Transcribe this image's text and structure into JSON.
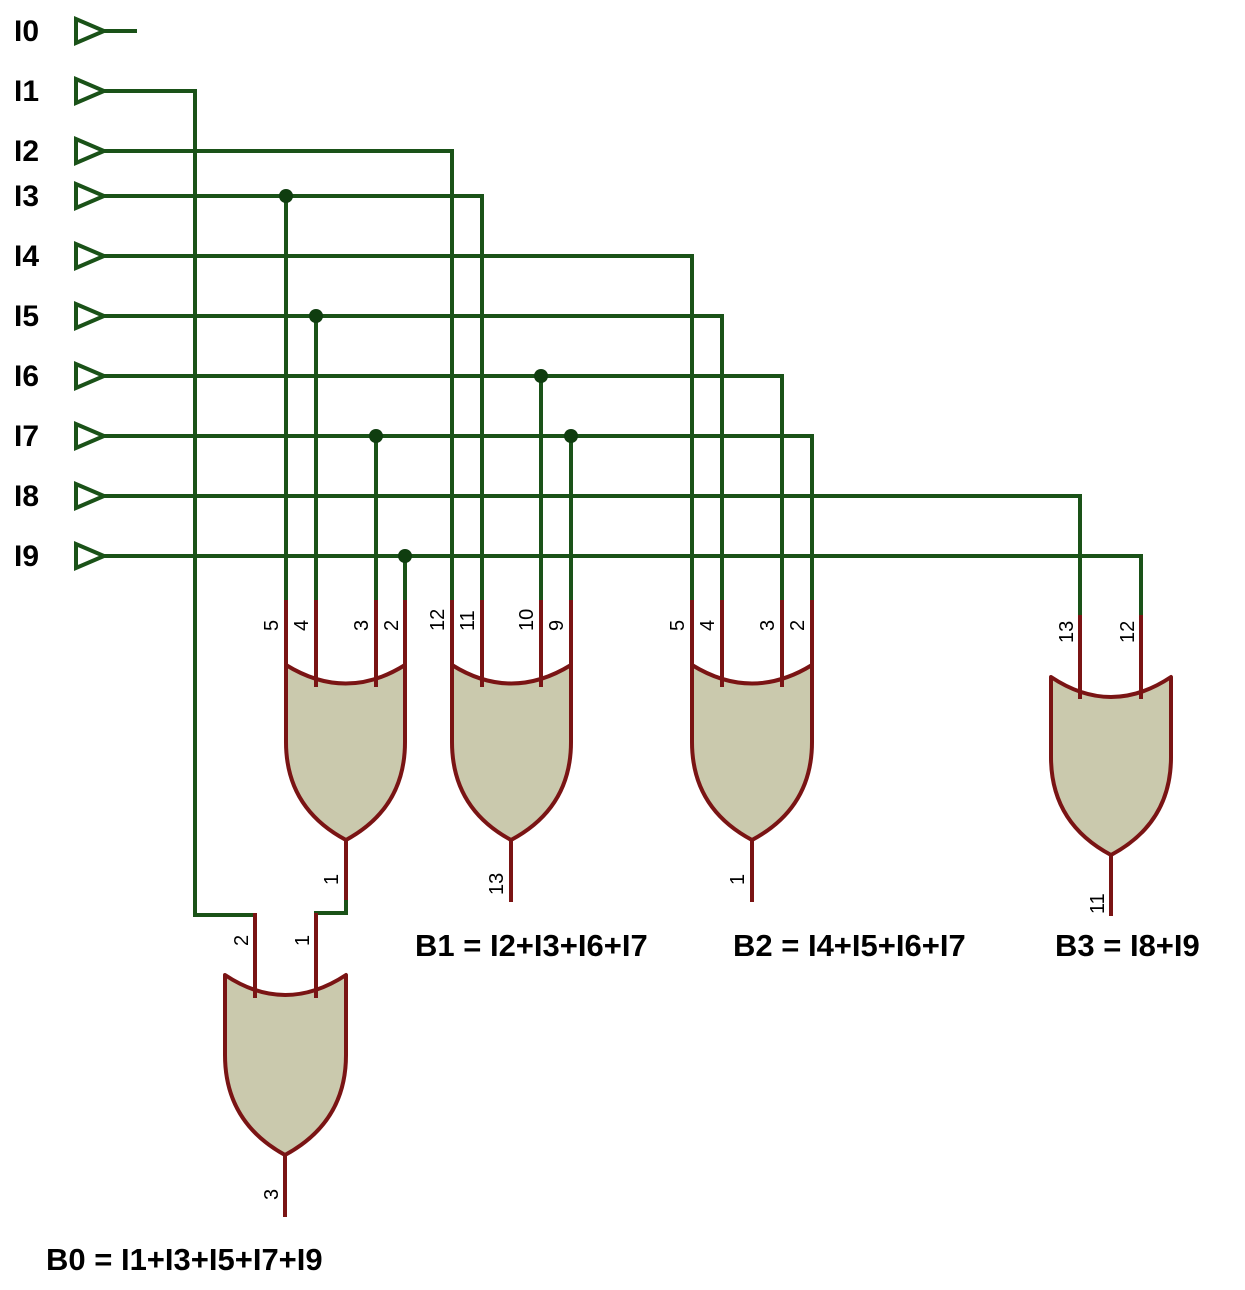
{
  "inputs": [
    "I0",
    "I1",
    "I2",
    "I3",
    "I4",
    "I5",
    "I6",
    "I7",
    "I8",
    "I9"
  ],
  "gates": [
    {
      "id": "gate-b0-a",
      "pins": {
        "in": [
          "5",
          "4",
          "3",
          "2"
        ],
        "out": "1"
      }
    },
    {
      "id": "gate-b1",
      "pins": {
        "in": [
          "12",
          "11",
          "10",
          "9"
        ],
        "out": "13"
      }
    },
    {
      "id": "gate-b2",
      "pins": {
        "in": [
          "5",
          "4",
          "3",
          "2"
        ],
        "out": "1"
      }
    },
    {
      "id": "gate-b3",
      "pins": {
        "in": [
          "13",
          "12"
        ],
        "out": "11"
      }
    },
    {
      "id": "gate-b0-final",
      "pins": {
        "in": [
          "2",
          "1"
        ],
        "out": "3"
      }
    }
  ],
  "outputs": {
    "b0": "B0 = I1+I3+I5+I7+I9",
    "b1": "B1 = I2+I3+I6+I7",
    "b2": "B2 = I4+I5+I6+I7",
    "b3": "B3 = I8+I9"
  },
  "colors": {
    "wire": "#1a5218",
    "gate_fill": "#cac9ad",
    "gate_stroke": "#7a1414"
  }
}
